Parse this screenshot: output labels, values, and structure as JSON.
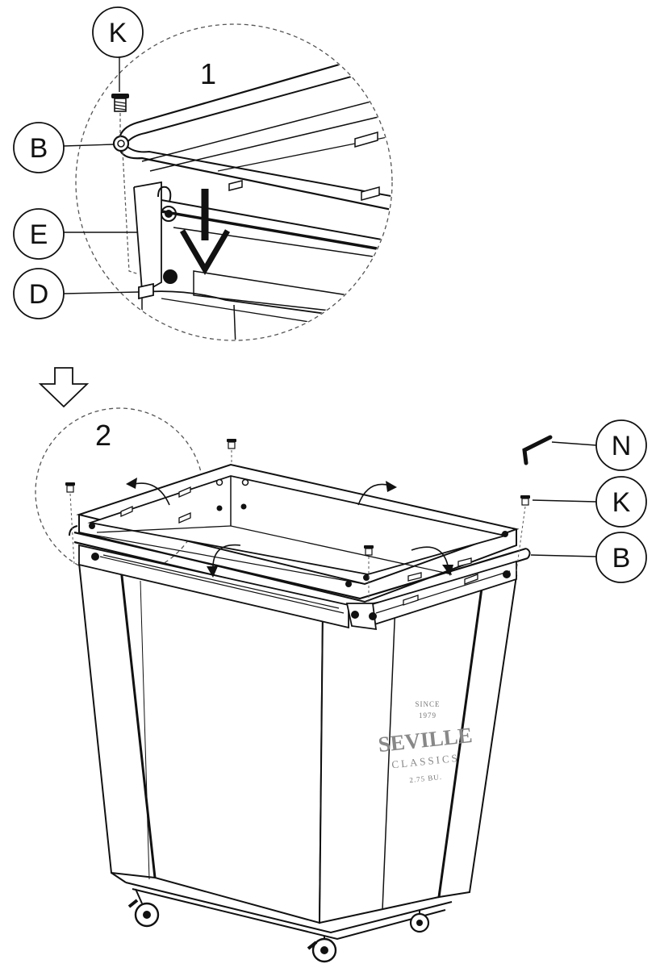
{
  "steps": {
    "one": "1",
    "two": "2"
  },
  "parts": {
    "k_top": "K",
    "b_top": "B",
    "e": "E",
    "d": "D",
    "n": "N",
    "k_bottom": "K",
    "b_bottom": "B"
  },
  "logo": {
    "since": "SINCE",
    "year": "1979",
    "brand": "SEVILLE",
    "classics": "CLASSICS",
    "capacity": "2.75 BU."
  },
  "colors": {
    "line": "#111111",
    "dashed": "#555555",
    "panel": "#ffffff",
    "logo": "#888888"
  }
}
